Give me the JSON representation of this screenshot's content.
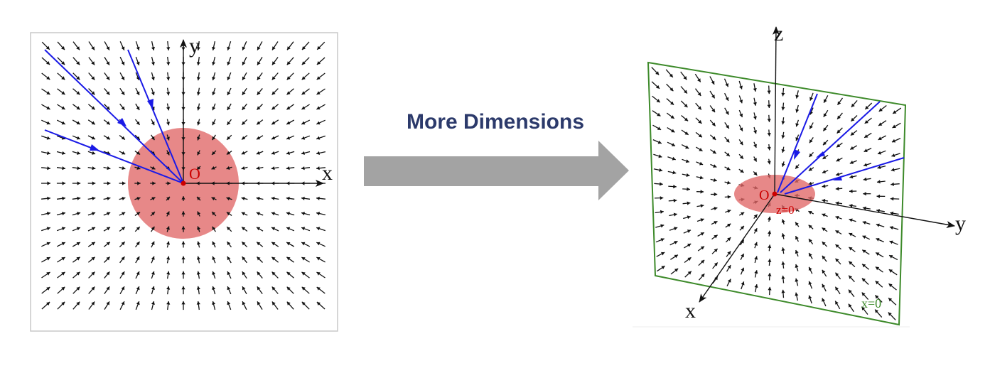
{
  "arrow_label": "More Dimensions",
  "colors": {
    "label": "#2c3a6b",
    "arrow_fill": "#a3a3a3",
    "disk": "#e06666",
    "origin": "#cc0000",
    "streamline": "#1a1ae6",
    "plane_border": "#3d8a2a",
    "frame": "#c8c8c8",
    "vector": "#111111"
  },
  "left_panel": {
    "axis_x": "x",
    "axis_y": "y",
    "origin_label": "O"
  },
  "right_panel": {
    "axis_x": "x",
    "axis_y": "y",
    "axis_z": "z",
    "origin_label": "O",
    "disk_label": "z=0",
    "plane_label": "x=0"
  }
}
